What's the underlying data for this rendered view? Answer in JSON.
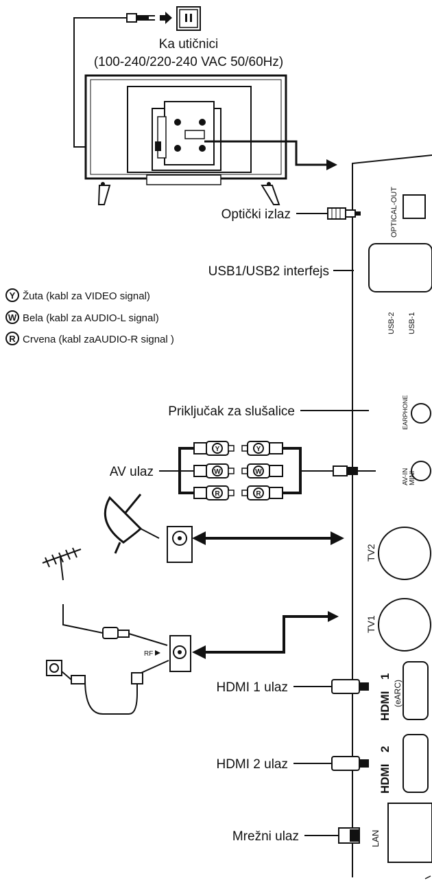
{
  "power": {
    "title": "Ka utičnici",
    "spec": "(100-240/220-240 VAC 50/60Hz)"
  },
  "labels": {
    "optical_out": "Optički izlaz",
    "usb_interface": "USB1/USB2 interfejs",
    "earphone_jack": "Priključak za slušalice",
    "av_in": "AV ulaz",
    "hdmi1_in": "HDMI 1 ulaz",
    "hdmi2_in": "HDMI 2 ulaz",
    "lan_in": "Mrežni ulaz"
  },
  "legend": [
    {
      "letter": "Y",
      "text": "Žuta (kabl za VIDEO signal)"
    },
    {
      "letter": "W",
      "text": "Bela (kabl za AUDIO-L signal)"
    },
    {
      "letter": "R",
      "text": "Crvena (kabl zaAUDIO-R signal )"
    }
  ],
  "ports": {
    "optical": "OPTICAL-OUT",
    "usb2": "USB-2",
    "usb1": "USB-1",
    "earphone": "EARPHONE",
    "av_mini": "MINI",
    "av_in": "AV-IN",
    "tv2": "TV2",
    "tv1": "TV1",
    "hdmi1_brand": "HDMI",
    "hdmi1_num": "1",
    "hdmi1_earc": "(eARC)",
    "hdmi2_brand": "HDMI",
    "hdmi2_num": "2",
    "lan": "LAN",
    "rf": "RF"
  },
  "colors": {
    "ink": "#111111",
    "paper": "#ffffff",
    "fill": "#e8e8e8"
  }
}
